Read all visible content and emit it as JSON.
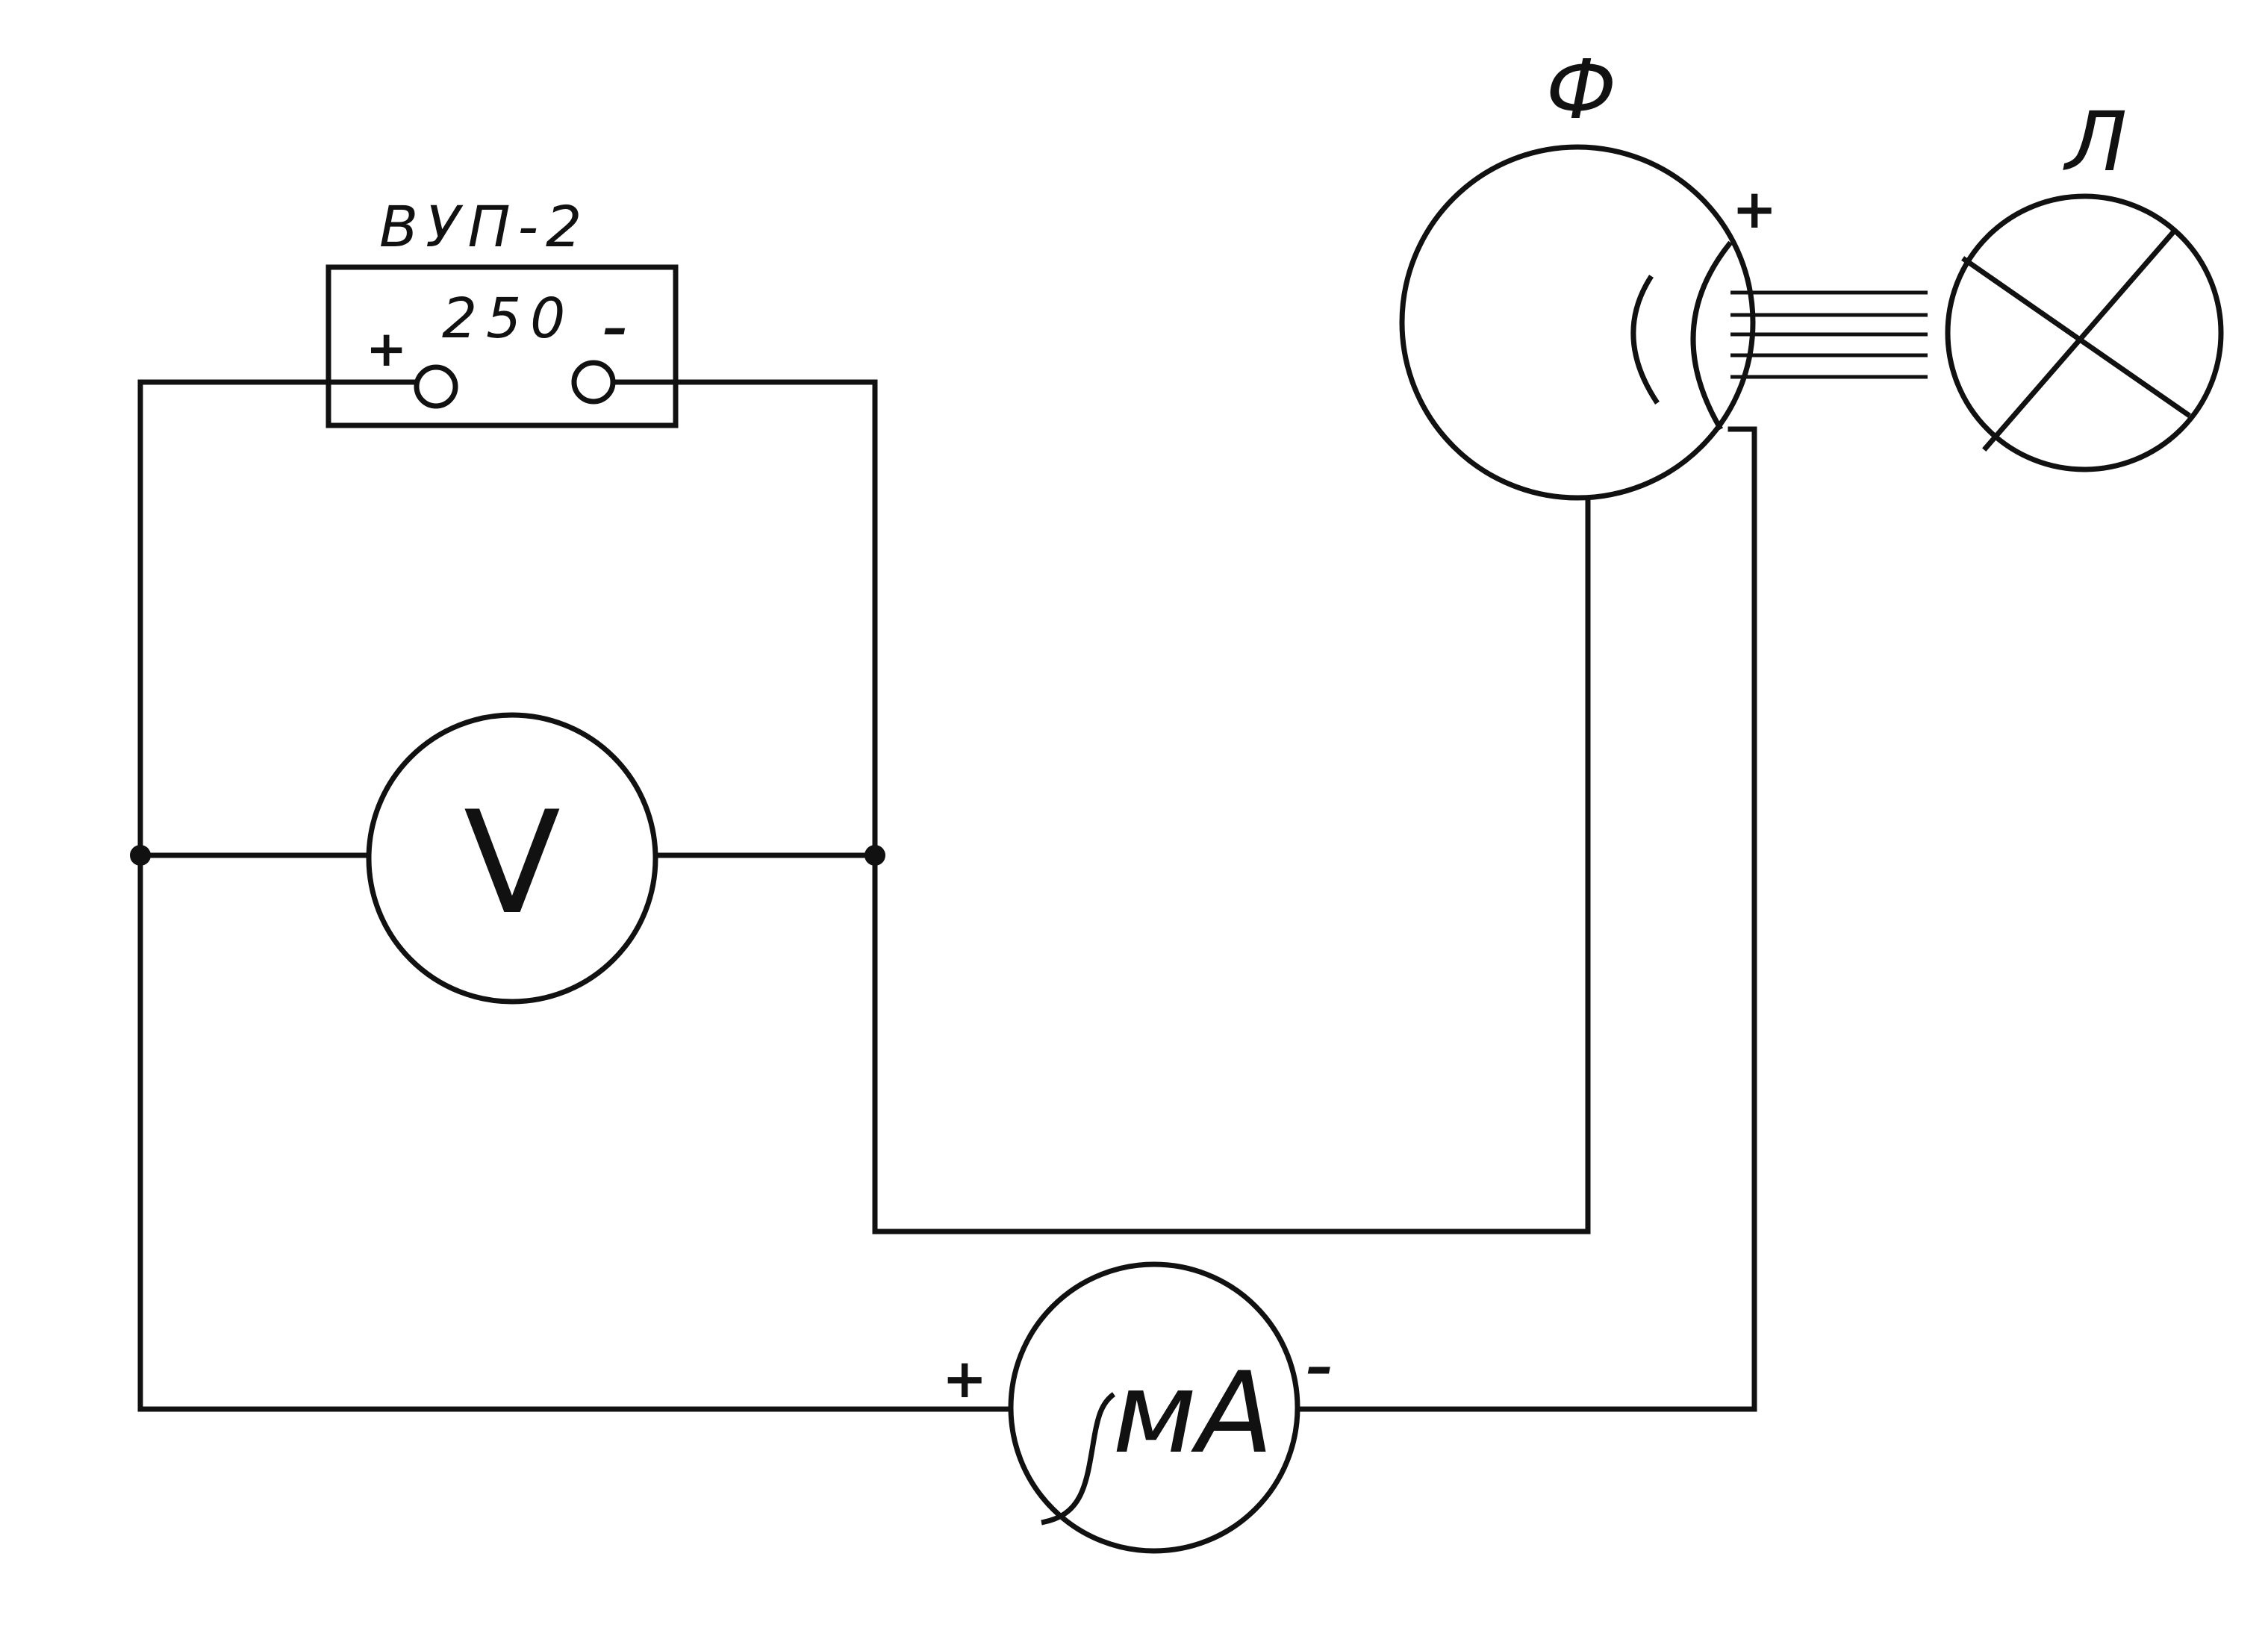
{
  "diagram": {
    "power_supply": {
      "name": "ВУП-2",
      "voltage": "250",
      "plus": "+",
      "minus": "–"
    },
    "voltmeter": {
      "label": "V"
    },
    "milliammeter": {
      "label": "мА",
      "plus": "+",
      "minus": "–"
    },
    "photocell": {
      "label": "Ф",
      "plus": "+"
    },
    "lamp": {
      "label": "Л"
    }
  }
}
